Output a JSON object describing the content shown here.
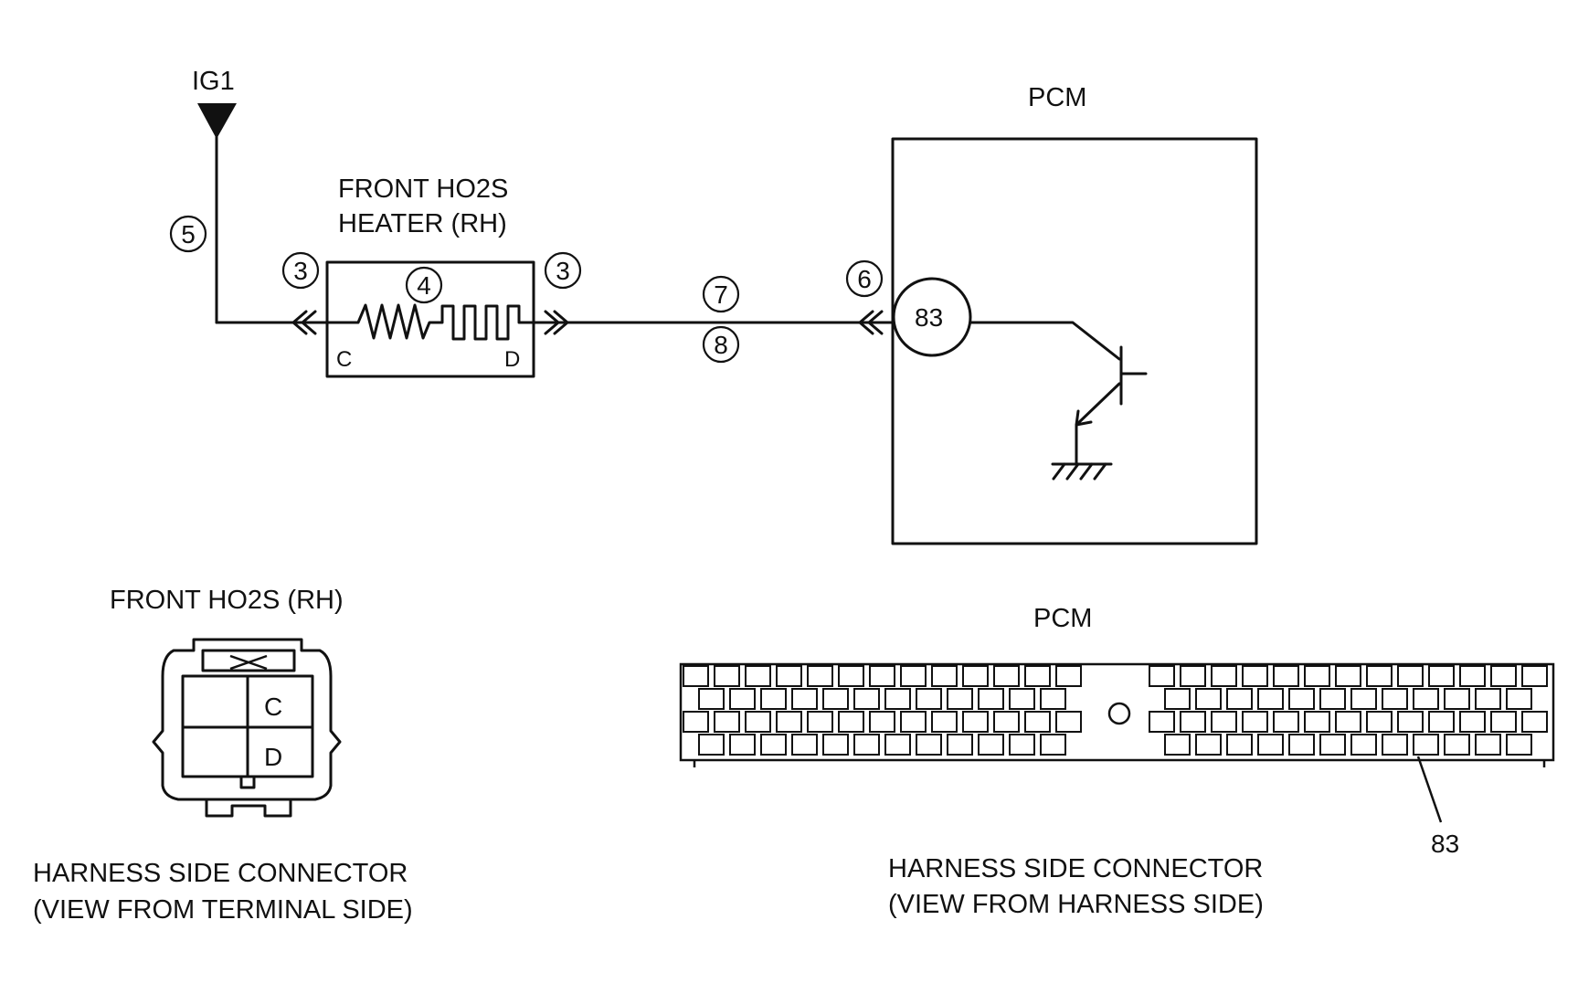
{
  "schematic": {
    "power_label": "IG1",
    "sensor_title_line1": "FRONT HO2S",
    "sensor_title_line2": "HEATER (RH)",
    "pcm_title": "PCM",
    "terminal_c": "C",
    "terminal_d": "D",
    "pcm_terminal": "83",
    "callouts": [
      "5",
      "3",
      "4",
      "3",
      "7",
      "8",
      "6"
    ]
  },
  "sensor_connector": {
    "title": "FRONT HO2S (RH)",
    "cell_c": "C",
    "cell_d": "D",
    "caption_line1": "HARNESS SIDE CONNECTOR",
    "caption_line2": "(VIEW FROM TERMINAL SIDE)"
  },
  "pcm_connector": {
    "title": "PCM",
    "pin_label": "83",
    "caption_line1": "HARNESS SIDE CONNECTOR",
    "caption_line2": "(VIEW FROM HARNESS SIDE)"
  }
}
